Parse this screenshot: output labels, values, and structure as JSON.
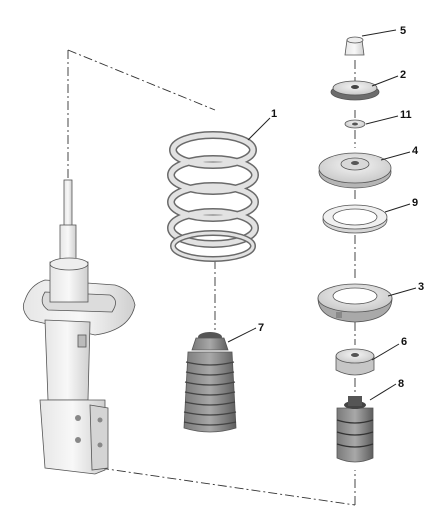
{
  "diagram": {
    "callouts": [
      {
        "id": "spring",
        "label": "1"
      },
      {
        "id": "bearing-cup",
        "label": "2"
      },
      {
        "id": "lower-seat",
        "label": "3"
      },
      {
        "id": "upper-mount",
        "label": "4"
      },
      {
        "id": "nut",
        "label": "5"
      },
      {
        "id": "stop-cup",
        "label": "6"
      },
      {
        "id": "dust-boot",
        "label": "7"
      },
      {
        "id": "bump-stop",
        "label": "8"
      },
      {
        "id": "bearing",
        "label": "9"
      },
      {
        "id": "washer",
        "label": "11"
      }
    ]
  }
}
